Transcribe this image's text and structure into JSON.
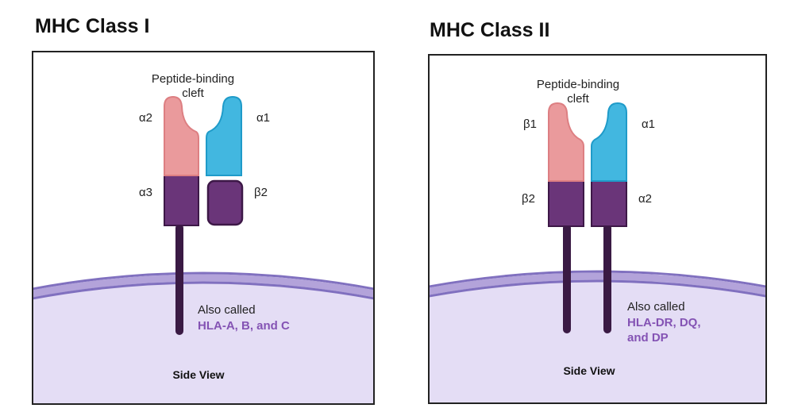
{
  "colors": {
    "alpha_helix_blue": "#42b7e0",
    "alpha_helix_stroke": "#1f9bc9",
    "beta_helix_pink": "#ea9a9c",
    "beta_helix_stroke": "#dd7f82",
    "domain_purple": "#6a3579",
    "domain_stroke": "#3d1847",
    "cell_fill": "#e4ddf5",
    "membrane_light": "#b3a3da",
    "membrane_dark": "#8070bf",
    "note_highlight": "#8453b4"
  },
  "class1": {
    "title": "MHC Class I",
    "cleft_label_line1": "Peptide-binding",
    "cleft_label_line2": "cleft",
    "labels": {
      "a2": "α2",
      "a1": "α1",
      "a3": "α3",
      "b2": "β2"
    },
    "note_line1": "Also called",
    "note_line2": "HLA-A, B, and C",
    "view_label": "Side View"
  },
  "class2": {
    "title": "MHC Class II",
    "cleft_label_line1": "Peptide-binding",
    "cleft_label_line2": "cleft",
    "labels": {
      "b1": "β1",
      "a1": "α1",
      "b2": "β2",
      "a2": "α2"
    },
    "note_line1": "Also called",
    "note_line2": "HLA-DR, DQ,",
    "note_line3": "and DP",
    "view_label": "Side View"
  }
}
